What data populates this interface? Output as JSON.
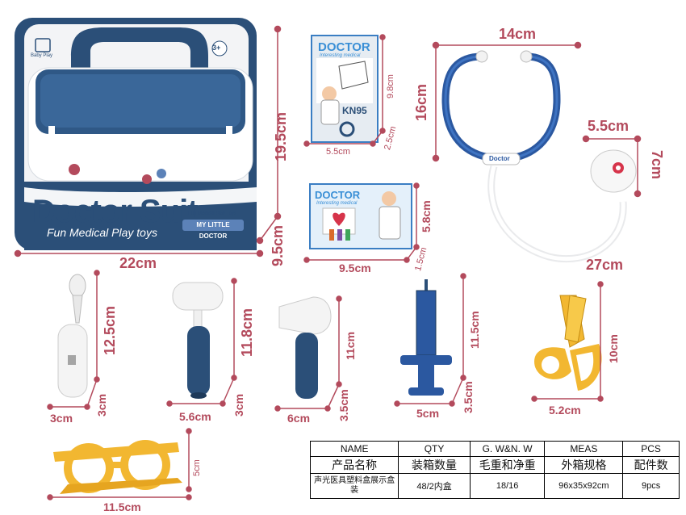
{
  "box": {
    "brand_logo_text": "Baby Play",
    "age_badge": "3+",
    "title": "Doctor Suit",
    "subtitle": "Fun Medical Play toys",
    "badge_top": "Fun Medical Play Toys",
    "badge": "MY LITTLE DOCTOR"
  },
  "cards": {
    "card1_title": "DOCTOR",
    "card1_sub": "Interesting medical",
    "card1_label": "KN95",
    "card2_title": "DOCTOR",
    "card2_sub": "Interesting medical"
  },
  "stethoscope_label": "Doctor",
  "dimensions": {
    "box_width": "22cm",
    "box_height": "19.5cm",
    "box_depth": "9.5cm",
    "card1_width": "5.5cm",
    "card1_height": "9.8cm",
    "card1_depth": "2.5cm",
    "card2_width": "9.5cm",
    "card2_height": "5.8cm",
    "card2_depth": "1.5cm",
    "steth_width": "14cm",
    "steth_height": "16cm",
    "steth_length": "27cm",
    "chest_width": "5.5cm",
    "chest_height": "7cm",
    "otoscope_height": "12.5cm",
    "otoscope_depth": "3cm",
    "otoscope_width": "3cm",
    "hammer_height": "11.8cm",
    "hammer_depth": "3cm",
    "hammer_width": "5.6cm",
    "light_height": "11cm",
    "light_depth": "3.5cm",
    "light_width": "6cm",
    "syringe_height": "11.5cm",
    "syringe_depth": "3.5cm",
    "syringe_width": "5cm",
    "scissors_height": "10cm",
    "scissors_width": "5.2cm",
    "glasses_width": "11.5cm",
    "glasses_height": "5cm"
  },
  "table": {
    "headers_en": [
      "NAME",
      "QTY",
      "G. W&N. W",
      "MEAS",
      "PCS"
    ],
    "headers_cn": [
      "产品名称",
      "装箱数量",
      "毛重和净重",
      "外箱规格",
      "配件数"
    ],
    "row": [
      "声光医具塑料盒展示盒装",
      "48/2内盒",
      "18/16",
      "96x35x92cm",
      "9pcs"
    ]
  },
  "colors": {
    "navy": "#2b4f78",
    "dimension_red": "#b34a5c",
    "yellow": "#f2b731"
  }
}
